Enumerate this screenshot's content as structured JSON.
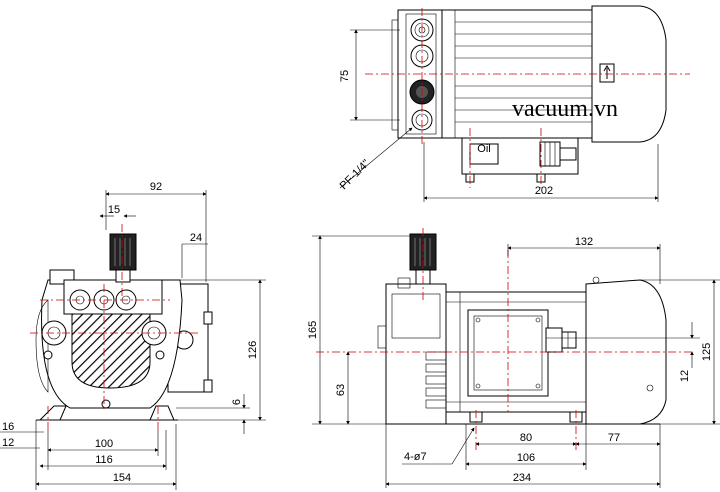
{
  "watermark": "vacuum.vn",
  "top_view": {
    "dim_height": "75",
    "dim_width": "202",
    "port_label": "PF-1/4\"",
    "oil_label": "Oil"
  },
  "front_view": {
    "dim_top": "92",
    "dim_knob": "15",
    "dim_side": "24",
    "dim_height": "126",
    "dim_foot": "6",
    "dim_16": "16",
    "dim_12": "12",
    "dim_100": "100",
    "dim_116": "116",
    "dim_154": "154"
  },
  "side_view": {
    "dim_132": "132",
    "dim_165": "165",
    "dim_63": "63",
    "dim_125": "125",
    "dim_12": "12",
    "dim_80": "80",
    "dim_77": "77",
    "dim_106": "106",
    "dim_234": "234",
    "holes": "4-ø7"
  },
  "colors": {
    "line": "#000000",
    "center_line": "#d00000",
    "background": "#ffffff"
  }
}
